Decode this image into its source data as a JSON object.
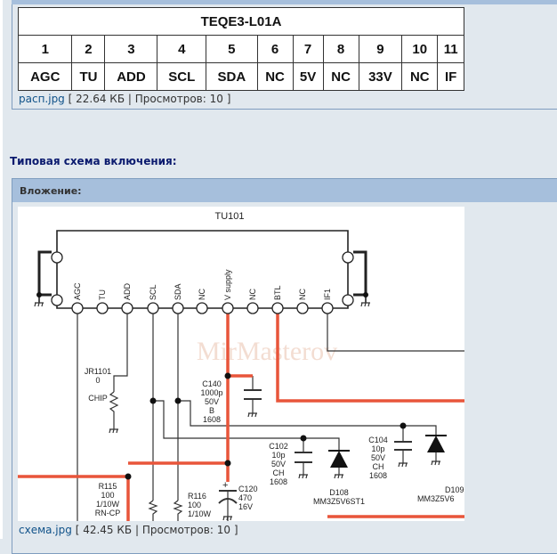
{
  "attachment1": {
    "table": {
      "title": "TEQE3-L01A",
      "pins": [
        "1",
        "2",
        "3",
        "4",
        "5",
        "6",
        "7",
        "8",
        "9",
        "10",
        "11"
      ],
      "functions": [
        "AGC",
        "TU",
        "ADD",
        "SCL",
        "SDA",
        "NC",
        "5V",
        "NC",
        "33V",
        "NC",
        "IF"
      ]
    },
    "caption": {
      "filename": "расп.jpg",
      "size": "22.64 КБ",
      "views_label": "Просмотров:",
      "views": "10"
    }
  },
  "section_heading": "Типовая схема включения:",
  "attachment2": {
    "header": "Вложение:",
    "schematic": {
      "component": "TU101",
      "pin_labels": [
        "AGC",
        "TU",
        "ADD",
        "SCL",
        "SDA",
        "NC",
        "V supply",
        "NC",
        "BTL",
        "NC",
        "IF1"
      ],
      "jr1101": [
        "JR1101",
        "0",
        "CHIP"
      ],
      "c140": [
        "C140",
        "1000p",
        "50V",
        "B",
        "1608"
      ],
      "c102": [
        "C102",
        "10p",
        "50V",
        "CH",
        "1608"
      ],
      "c104": [
        "C104",
        "10p",
        "50V",
        "CH",
        "1608"
      ],
      "c120": [
        "C120",
        "470",
        "16V"
      ],
      "d108": [
        "D108",
        "MM3Z5V6ST1"
      ],
      "d109": [
        "D109",
        "MM3Z5V6"
      ],
      "r115": [
        "R115",
        "100",
        "1/10W",
        "RN-CP"
      ],
      "r116": [
        "R116",
        "100",
        "1/10W"
      ],
      "watermark": "MirMasterov",
      "colors": {
        "power": "#e8553a",
        "wire": "#222222"
      }
    },
    "caption": {
      "filename": "схема.jpg",
      "size": "42.45 КБ",
      "views_label": "Просмотров:",
      "views": "10"
    }
  }
}
